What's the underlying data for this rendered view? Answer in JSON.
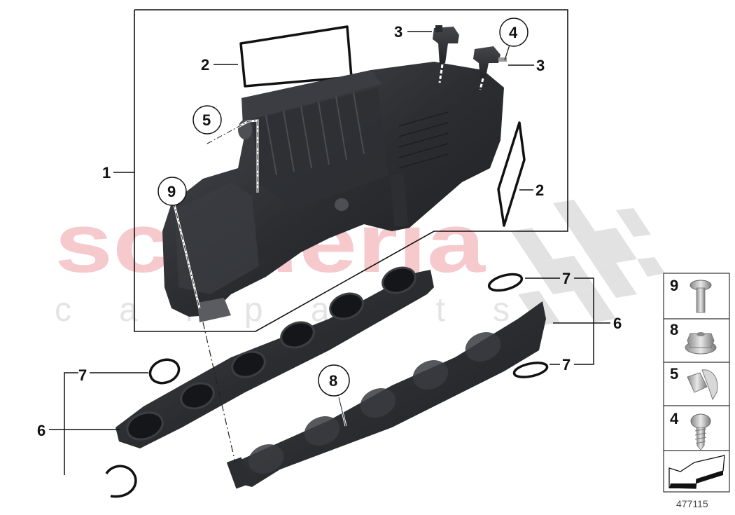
{
  "diagram": {
    "title": "Intake manifold exploded parts diagram",
    "reference_number": "477115",
    "watermark": {
      "brand": "scuderia",
      "sub": "c a r   p a r t s",
      "brand_color": "#f6c9cd",
      "sub_color": "#e4e4e4"
    },
    "callouts": [
      {
        "id": "1",
        "part": "Intake manifold assembly",
        "style": "plain"
      },
      {
        "id": "2",
        "part": "Gasket (upper)",
        "style": "plain"
      },
      {
        "id": "2",
        "part": "Gasket (side)",
        "style": "plain"
      },
      {
        "id": "3",
        "part": "Sensor (left)",
        "style": "plain"
      },
      {
        "id": "3",
        "part": "Sensor (right)",
        "style": "plain"
      },
      {
        "id": "4",
        "part": "Screw",
        "style": "circled"
      },
      {
        "id": "5",
        "part": "Clip",
        "style": "circled"
      },
      {
        "id": "9",
        "part": "Bolt",
        "style": "circled"
      },
      {
        "id": "6",
        "part": "Flange / runner (right)",
        "style": "plain"
      },
      {
        "id": "7",
        "part": "Seal ring (upper right)",
        "style": "plain"
      },
      {
        "id": "7",
        "part": "Seal ring (lower right)",
        "style": "plain"
      },
      {
        "id": "8",
        "part": "Nut",
        "style": "circled"
      },
      {
        "id": "6",
        "part": "Flange / runner (left)",
        "style": "plain"
      },
      {
        "id": "7",
        "part": "Seal ring (left)",
        "style": "plain"
      }
    ],
    "legend": [
      {
        "num": "9",
        "part": "Bolt",
        "icon": "bolt-icon"
      },
      {
        "num": "8",
        "part": "Flange nut",
        "icon": "nut-icon"
      },
      {
        "num": "5",
        "part": "Spring clip",
        "icon": "clip-icon"
      },
      {
        "num": "4",
        "part": "Self-tapping screw",
        "icon": "screw-icon"
      },
      {
        "num": "",
        "part": "Direction arrow",
        "icon": "arrow-icon"
      }
    ]
  }
}
